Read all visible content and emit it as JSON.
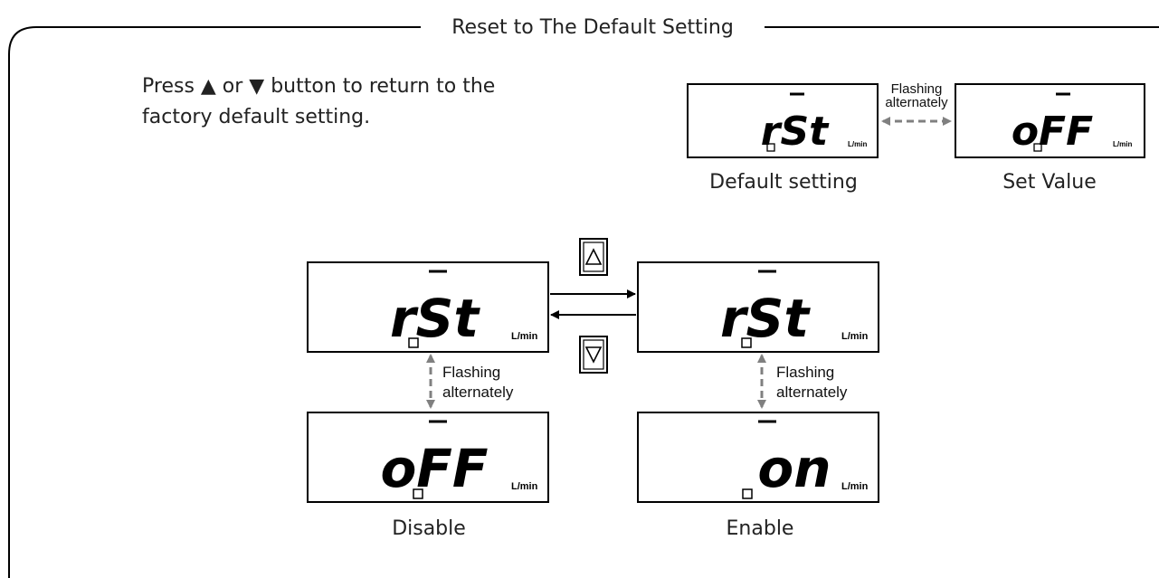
{
  "frame": {
    "title": "Reset to The Default Setting"
  },
  "instruction": {
    "line1": "Press ▲ or ▼ button to return to the",
    "line2": "factory default setting."
  },
  "top_row": {
    "flashing_line1": "Flashing",
    "flashing_line2": "alternately",
    "left_display": {
      "text": "rSt",
      "unit": "L/min",
      "caption": "Default setting"
    },
    "right_display": {
      "text": "oFF",
      "unit": "L/min",
      "caption": "Set Value"
    }
  },
  "main": {
    "up_button_icon": "triangle-up-icon",
    "down_button_icon": "triangle-down-icon",
    "left_column": {
      "top_display": {
        "text": "rSt",
        "unit": "L/min"
      },
      "flashing_line1": "Flashing",
      "flashing_line2": "alternately",
      "bottom_display": {
        "text": "oFF",
        "unit": "L/min",
        "caption": "Disable"
      }
    },
    "right_column": {
      "top_display": {
        "text": "rSt",
        "unit": "L/min"
      },
      "flashing_line1": "Flashing",
      "flashing_line2": "alternately",
      "bottom_display": {
        "text": "on",
        "unit": "L/min",
        "caption": "Enable"
      }
    }
  },
  "colors": {
    "stroke": "#000000",
    "dashed_arrow": "#808080",
    "text": "#222222"
  }
}
